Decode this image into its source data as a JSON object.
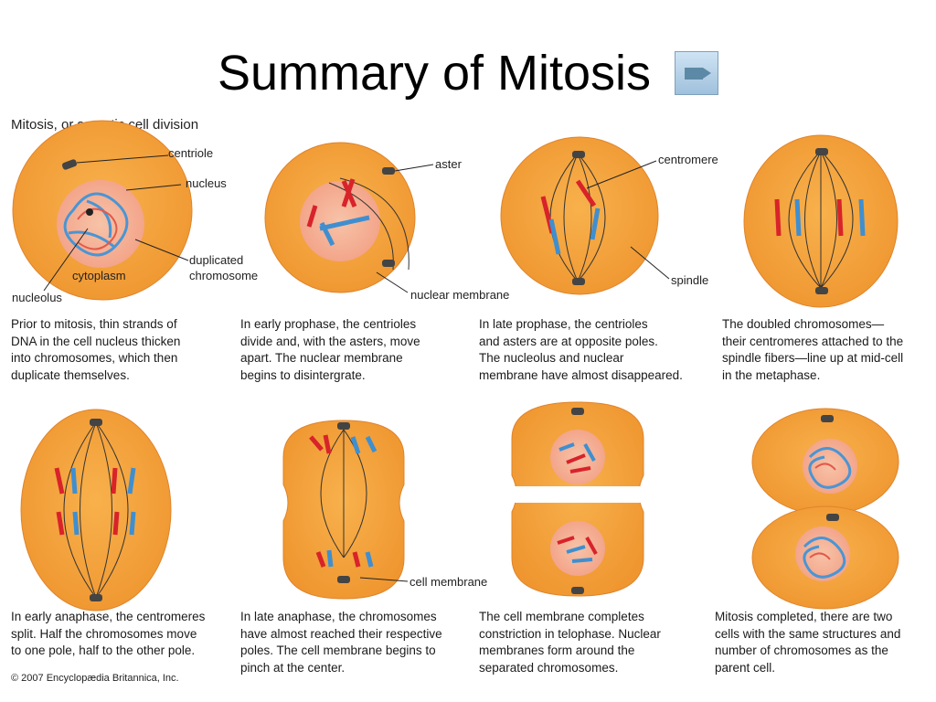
{
  "title": "Summary of Mitosis",
  "subtitle": "Mitosis, or somatic cell division",
  "labels": {
    "centriole": "centriole",
    "nucleus": "nucleus",
    "duplicated_chromosome": "duplicated\nchromosome",
    "cytoplasm": "cytoplasm",
    "nucleolus": "nucleolus",
    "aster": "aster",
    "nuclear_membrane": "nuclear membrane",
    "centromere": "centromere",
    "spindle": "spindle",
    "cell_membrane": "cell membrane"
  },
  "captions": [
    "Prior to mitosis, thin strands of\nDNA in the cell nucleus thicken\ninto chromosomes, which then\nduplicate themselves.",
    "In early prophase, the centrioles\ndivide and, with the asters, move\napart. The nuclear membrane\nbegins to disintergrate.",
    "In late prophase, the centrioles\nand asters are at opposite poles.\nThe nucleolus and nuclear\nmembrane have almost disappeared.",
    "The doubled chromosomes—\ntheir centromeres attached to the\nspindle fibers—line up at mid-cell\nin the metaphase.",
    "In early anaphase, the centromeres\nsplit. Half the chromosomes move\nto one pole, half to the other pole.",
    "In late anaphase, the chromosomes\nhave almost reached their respective\npoles. The cell membrane begins to\npinch at the center.",
    "The cell membrane completes\nconstriction in telophase. Nuclear\nmembranes form around the\nseparated chromosomes.",
    "Mitosis completed, there are two\ncells with the same structures and\nnumber of chromosomes as the\nparent cell."
  ],
  "copyright": "© 2007 Encyclopædia Britannica, Inc.",
  "colors": {
    "cell": "#f5a33a",
    "cell_edge": "#e8892a",
    "nucleus": "#f6b7a1",
    "red_chromosome": "#d8232a",
    "blue_chromosome": "#3f8fd0"
  }
}
